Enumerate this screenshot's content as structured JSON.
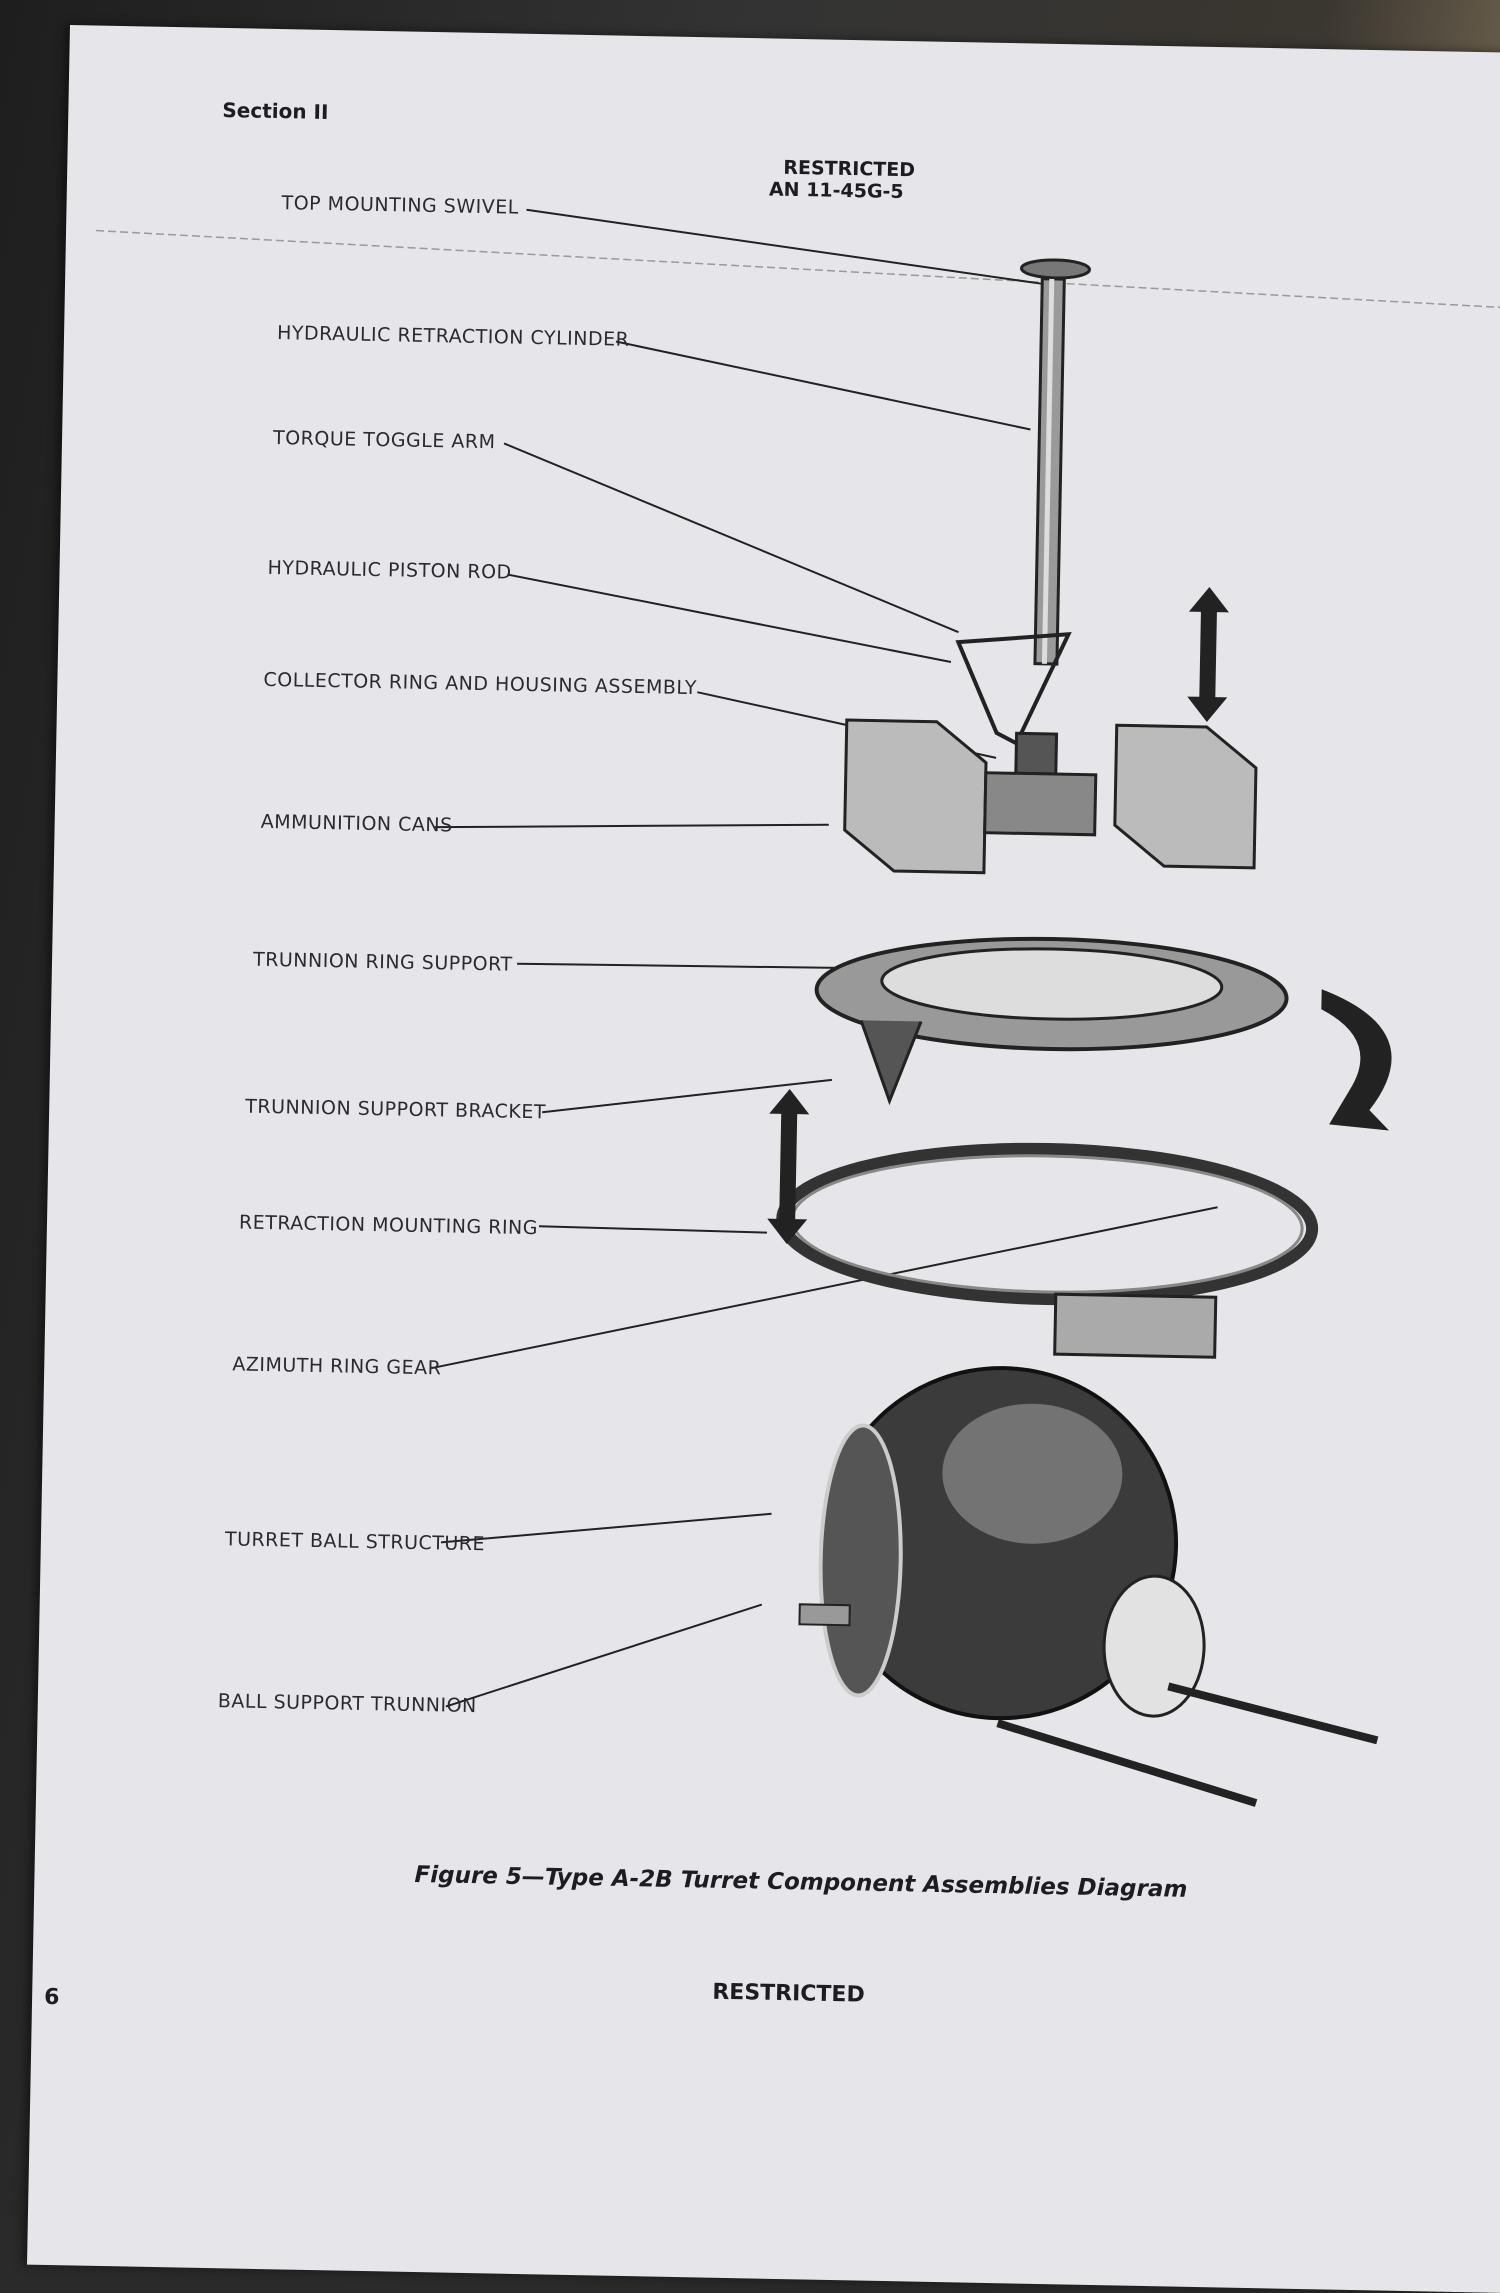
{
  "header": {
    "section": "Section II",
    "classification": "RESTRICTED",
    "document_number": "AN 11-45G-5"
  },
  "labels": [
    "TOP MOUNTING SWIVEL",
    "HYDRAULIC RETRACTION CYLINDER",
    "TORQUE TOGGLE ARM",
    "HYDRAULIC PISTON ROD",
    "COLLECTOR RING AND HOUSING ASSEMBLY",
    "AMMUNITION CANS",
    "TRUNNION RING SUPPORT",
    "TRUNNION SUPPORT BRACKET",
    "RETRACTION MOUNTING RING",
    "AZIMUTH RING GEAR",
    "TURRET BALL STRUCTURE",
    "BALL SUPPORT TRUNNION"
  ],
  "caption": "Figure 5—Type A-2B Turret Component Assemblies Diagram",
  "footer": {
    "page_number": "6",
    "classification": "RESTRICTED"
  }
}
